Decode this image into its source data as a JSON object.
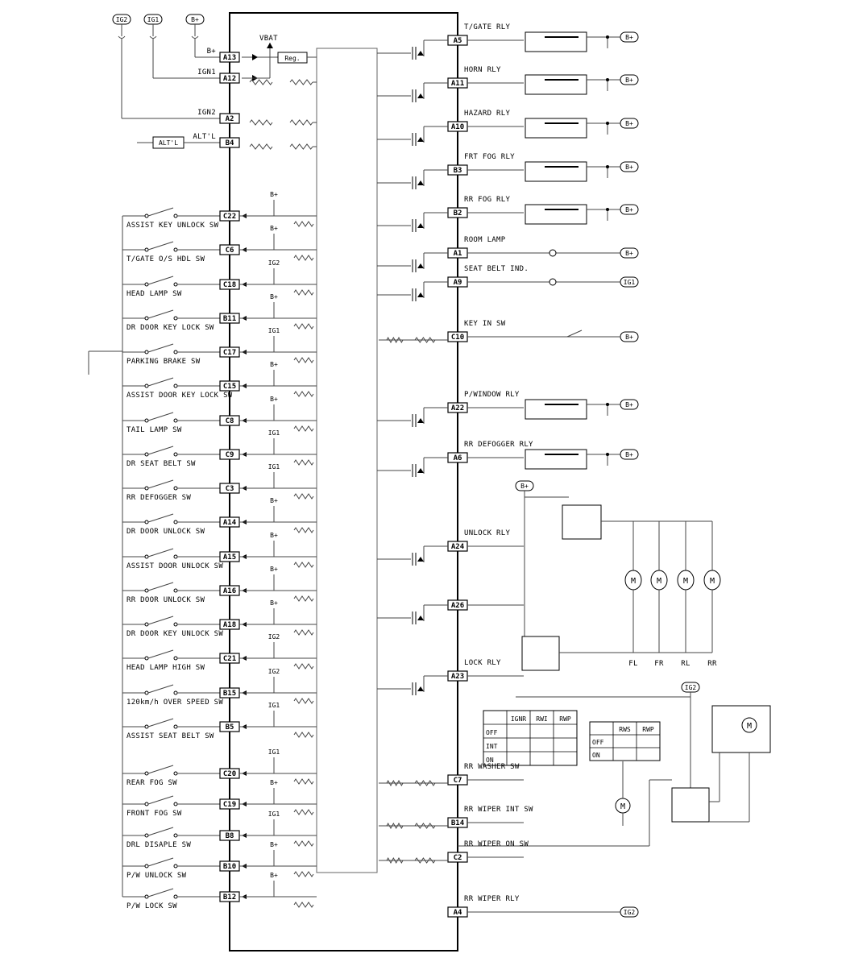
{
  "top_sources": [
    "IG2",
    "IG1",
    "B+"
  ],
  "top_pins": [
    {
      "pin": "A13",
      "net": "B+"
    },
    {
      "pin": "A12",
      "net": "IGN1"
    },
    {
      "pin": "A2",
      "net": "IGN2"
    },
    {
      "pin": "B4",
      "net": "ALT'L"
    }
  ],
  "vbat_label": "VBAT",
  "reg_label": "Reg.",
  "alt_box_label": "ALT'L",
  "left_inputs": [
    {
      "pin": "C22",
      "label": "ASSIST KEY UNLOCK SW",
      "supply": "B+"
    },
    {
      "pin": "C6",
      "label": "T/GATE O/S HDL SW",
      "supply": "B+"
    },
    {
      "pin": "C18",
      "label": "HEAD LAMP SW",
      "supply": "IG2"
    },
    {
      "pin": "B11",
      "label": "DR DOOR KEY LOCK SW",
      "supply": "B+"
    },
    {
      "pin": "C17",
      "label": "PARKING BRAKE SW",
      "supply": "IG1"
    },
    {
      "pin": "C15",
      "label": "ASSIST DOOR KEY LOCK SW",
      "supply": "B+"
    },
    {
      "pin": "C8",
      "label": "TAIL LAMP SW",
      "supply": "B+"
    },
    {
      "pin": "C9",
      "label": "DR SEAT BELT SW",
      "supply": "IG1"
    },
    {
      "pin": "C3",
      "label": "RR DEFOGGER SW",
      "supply": "IG1"
    },
    {
      "pin": "A14",
      "label": "DR DOOR UNLOCK SW",
      "supply": "B+"
    },
    {
      "pin": "A15",
      "label": "ASSIST DOOR UNLOCK SW",
      "supply": "B+"
    },
    {
      "pin": "A16",
      "label": "RR DOOR UNLOCK SW",
      "supply": "B+"
    },
    {
      "pin": "A18",
      "label": "DR DOOR KEY UNLOCK SW",
      "supply": "B+"
    },
    {
      "pin": "C21",
      "label": "HEAD LAMP HIGH SW",
      "supply": "IG2"
    },
    {
      "pin": "B15",
      "label": "120km/h OVER SPEED SW",
      "supply": "IG2"
    },
    {
      "pin": "B5",
      "label": "ASSIST SEAT BELT SW",
      "supply": "IG1"
    },
    {
      "pin": "C20",
      "label": "REAR FOG SW",
      "supply": "IG1"
    },
    {
      "pin": "C19",
      "label": "FRONT FOG SW",
      "supply": "B+"
    },
    {
      "pin": "B8",
      "label": "DRL DISAPLE SW",
      "supply": "IG1"
    },
    {
      "pin": "B10",
      "label": "P/W UNLOCK SW",
      "supply": "B+"
    },
    {
      "pin": "B12",
      "label": "P/W LOCK SW",
      "supply": "B+"
    }
  ],
  "right_outputs": [
    {
      "pin": "A5",
      "label": "T/GATE RLY",
      "supply": "B+"
    },
    {
      "pin": "A11",
      "label": "HORN RLY",
      "supply": "B+"
    },
    {
      "pin": "A10",
      "label": "HAZARD RLY",
      "supply": "B+"
    },
    {
      "pin": "B3",
      "label": "FRT FOG RLY",
      "supply": "B+"
    },
    {
      "pin": "B2",
      "label": "RR FOG RLY",
      "supply": "B+"
    },
    {
      "pin": "A1",
      "label": "ROOM LAMP",
      "supply": "B+"
    },
    {
      "pin": "A9",
      "label": "SEAT BELT IND.",
      "supply": "IG1"
    },
    {
      "pin": "C10",
      "label": "KEY IN SW",
      "supply": "B+"
    },
    {
      "pin": "A22",
      "label": "P/WINDOW RLY",
      "supply": "B+"
    },
    {
      "pin": "A6",
      "label": "RR DEFOGGER RLY",
      "supply": "B+"
    },
    {
      "pin": "A24",
      "label": "UNLOCK RLY",
      "supply": ""
    },
    {
      "pin": "A26",
      "label": "",
      "supply": ""
    },
    {
      "pin": "A23",
      "label": "LOCK RLY",
      "supply": ""
    },
    {
      "pin": "C7",
      "label": "RR WASHER SW",
      "supply": ""
    },
    {
      "pin": "B14",
      "label": "RR WIPER INT SW",
      "supply": ""
    },
    {
      "pin": "C2",
      "label": "RR WIPER ON SW",
      "supply": ""
    },
    {
      "pin": "A4",
      "label": "RR WIPER RLY",
      "supply": "IG2"
    }
  ],
  "lock_motor_source": "B+",
  "motor_symbol": "M",
  "motor_labels": [
    "FL",
    "FR",
    "RL",
    "RR"
  ],
  "wiper_switch_table": {
    "headers": [
      "",
      "IGNR",
      "RWI",
      "RWP"
    ],
    "rows": [
      "OFF",
      "INT",
      "ON"
    ]
  },
  "washer_switch_table": {
    "headers": [
      "",
      "RWS",
      "RWP"
    ],
    "rows": [
      "OFF",
      "ON"
    ]
  },
  "wiper_motor_source": "IG2"
}
